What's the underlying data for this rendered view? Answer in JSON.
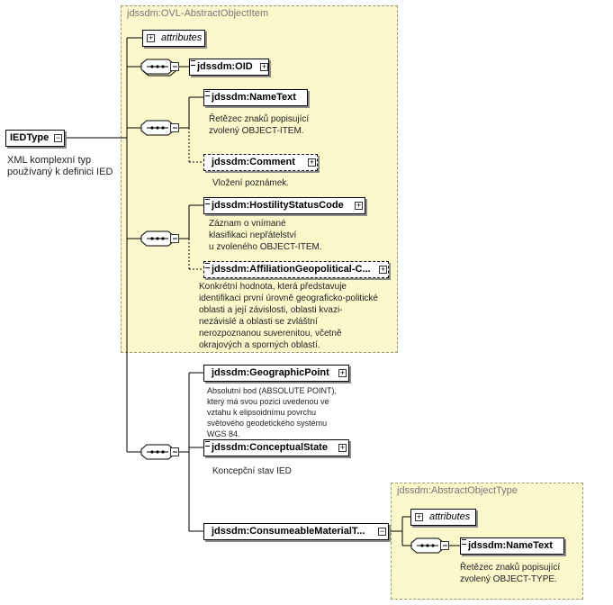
{
  "root": {
    "label": "IEDType",
    "description": "XML komplexní typ\npoužívaný k definici IED"
  },
  "group_ovl": {
    "title": "jdssdm:OVL-AbstractObjectItem",
    "attributes_label": "attributes",
    "oid": {
      "label": "jdssdm:OID"
    },
    "name_text": {
      "label": "jdssdm:NameText",
      "description": "Řetězec znaků popisující\nzvolený OBJECT-ITEM."
    },
    "comment": {
      "label": "jdssdm:Comment",
      "description": "Vložení poznámek."
    },
    "hostility": {
      "label": "jdssdm:HostilityStatusCode",
      "description": "Záznam o vnímané\nklasifikaci nepřátelství\nu zvoleného OBJECT-ITEM."
    },
    "affiliation": {
      "label": "jdssdm:AffiliationGeopolitical-C...",
      "description": "Konkrétní hodnota, která představuje\nidentifikaci první úrovně geograficko-politické\noblasti a její závislosti, oblasti kvazi-\nnezávislé a oblasti se zvláštní\nnerozpoznanou suverenitou, včetně\nokrajových a sporných oblastí."
    }
  },
  "geographic_point": {
    "label": "jdssdm:GeographicPoint",
    "description": "Absolutní bod (ABSOLUTE POINT),\nkterý má svou pozici uvedenou ve\nvztahu k elipsoidnímu povrchu\nsvětového geodetického systému\nWGS 84."
  },
  "conceptual_state": {
    "label": "jdssdm:ConceptualState",
    "description": "Koncepční stav IED"
  },
  "consumeable": {
    "label": "jdssdm:ConsumeableMaterialT..."
  },
  "group_abstract_type": {
    "title": "jdssdm:AbstractObjectType",
    "attributes_label": "attributes",
    "name_text": {
      "label": "jdssdm:NameText",
      "description": "Řetězec znaků popisující\nzvolený OBJECT-TYPE."
    }
  },
  "icons": {
    "plus": "⊞",
    "minus": "⊟"
  }
}
